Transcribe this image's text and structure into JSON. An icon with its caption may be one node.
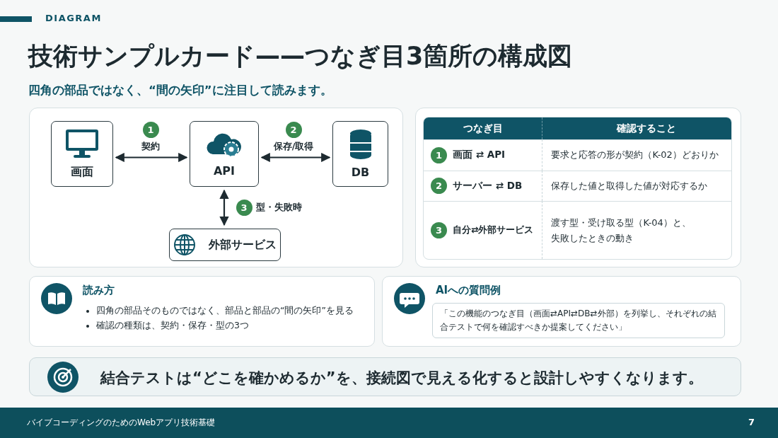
{
  "diagram": {
    "title": "技術サンプルカード——つなぎ目3箇所の構成図",
    "nodes": [
      {
        "text": [
          "画面"
        ]
      },
      {
        "text": [
          "API"
        ]
      },
      {
        "text": [
          "DB"
        ]
      },
      {
        "text": [
          "外部サービス"
        ]
      },
      {
        "text": [
          "読み方",
          "四角の部品そのものではなく、部品と部品の“間の矢印”を見る",
          "確認の種類は、契約・保存・型の3つ"
        ]
      },
      {
        "text": [
          "AIへの質問例"
        ]
      },
      {
        "text": [
          "「この機能のつなぎ目（画面⇄API⇄DB⇄外部）を列挙し、それぞれの結合テストで何を確認すべきか提案してください」"
        ],
        "in": 5
      },
      {
        "text": [
          "結合テストは“どこを確かめるか”を、接続図で見える化すると設計しやすくなります。"
        ]
      }
    ],
    "edges": [
      {
        "from": 0,
        "to": 1,
        "arrow": "both",
        "label": "契約"
      },
      {
        "from": 1,
        "to": 2,
        "arrow": "both",
        "label": "保存/取得"
      },
      {
        "from": 1,
        "to": 3,
        "arrow": "both",
        "label": "型・失敗時"
      }
    ],
    "labels": [
      "DIAGRAM",
      "四角の部品ではなく、“間の矢印”に注目して読みます。",
      "1",
      "2",
      "3",
      "つなぎ目",
      "確認すること",
      "1",
      "画面 ⇄ API",
      "要求と応答の形が契約（K-02）どおりか",
      "2",
      "サーバー ⇄ DB",
      "保存した値と取得した値が対応するか",
      "3",
      "自分⇄外部サービス",
      "渡す型・受け取る型（K-04）と、失敗したときの動き",
      "バイブコーディングのためのWebアプリ技術基礎",
      "7"
    ]
  }
}
